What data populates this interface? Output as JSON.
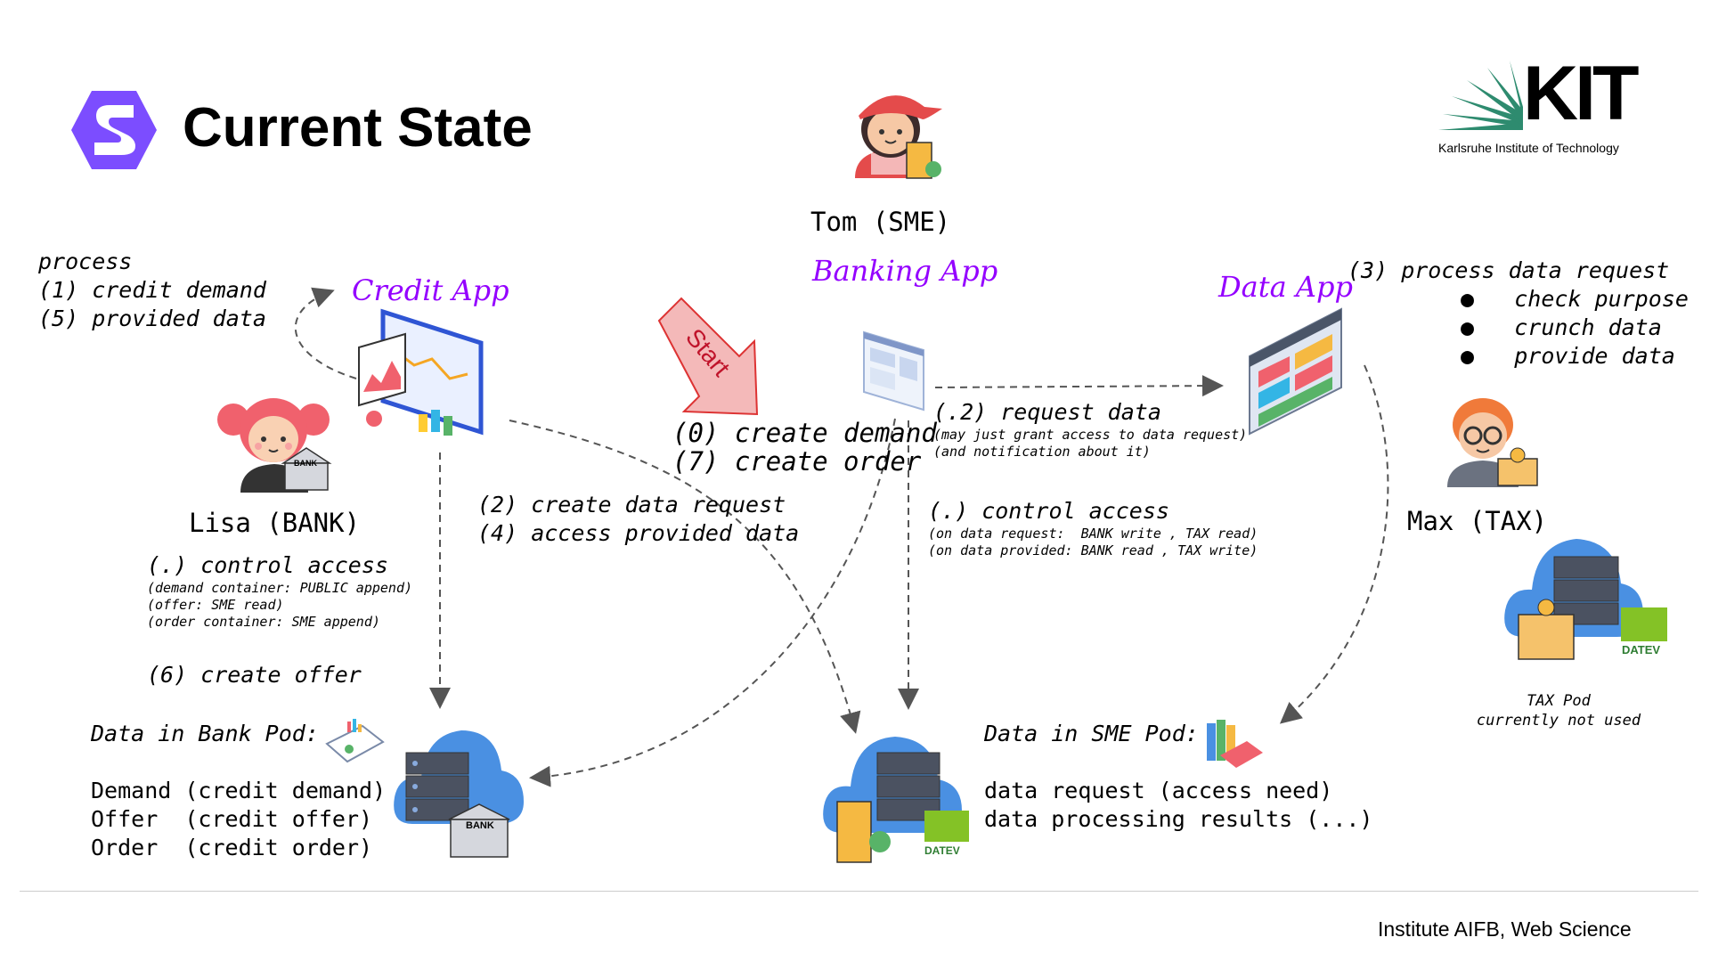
{
  "header": {
    "title": "Current State"
  },
  "logo": {
    "kit_text": "KIT",
    "kit_subtitle": "Karlsruhe Institute of Technology"
  },
  "actors": {
    "tom": "Tom (SME)",
    "lisa": "Lisa (BANK)",
    "max": "Max (TAX)"
  },
  "apps": {
    "credit": "Credit App",
    "banking": "Banking App",
    "data": "Data App"
  },
  "start_label": "Start",
  "steps": {
    "process_title": "process",
    "process_1": "(1) credit demand",
    "process_5": "(5) provided data",
    "step_0": "(0) create demand",
    "step_7": "(7) create order",
    "step_2": "(2) create data request",
    "step_4": "(4) access provided data",
    "step_req": "(.2) request data",
    "step_req_note1": "(may just grant access to data request)",
    "step_req_note2": "(and notification about it)",
    "control_mid": "(.) control access",
    "control_mid_note1": "(on data request:  BANK write , TAX read)",
    "control_mid_note2": "(on data provided: BANK read , TAX write)",
    "control_left": "(.) control access",
    "control_left_note1": "(demand container: PUBLIC append)",
    "control_left_note2": "(offer: SME read)",
    "control_left_note3": "(order container: SME append)",
    "step_6": "(6) create offer",
    "step_3": "(3) process data request",
    "bullet_1": "check purpose",
    "bullet_2": "crunch data",
    "bullet_3": "provide data",
    "bullet_char": "●"
  },
  "pods": {
    "bank_title": "Data in Bank Pod:",
    "bank_rows": [
      "Demand (credit demand)",
      "Offer  (credit offer)",
      "Order  (credit order)"
    ],
    "sme_title": "Data in SME Pod:",
    "sme_rows": [
      "data request (access need)",
      "data processing results (...)"
    ],
    "tax_line1": "TAX Pod",
    "tax_line2": "currently not used",
    "bank_badge": "BANK",
    "datev": "DATEV"
  },
  "footer": {
    "institute": "Institute AIFB, Web Science"
  },
  "colors": {
    "purple": "#9400ff",
    "solid_logo": "#7c4dff",
    "kit_green": "#2e8b6f",
    "start_red": "#e55a5a"
  }
}
